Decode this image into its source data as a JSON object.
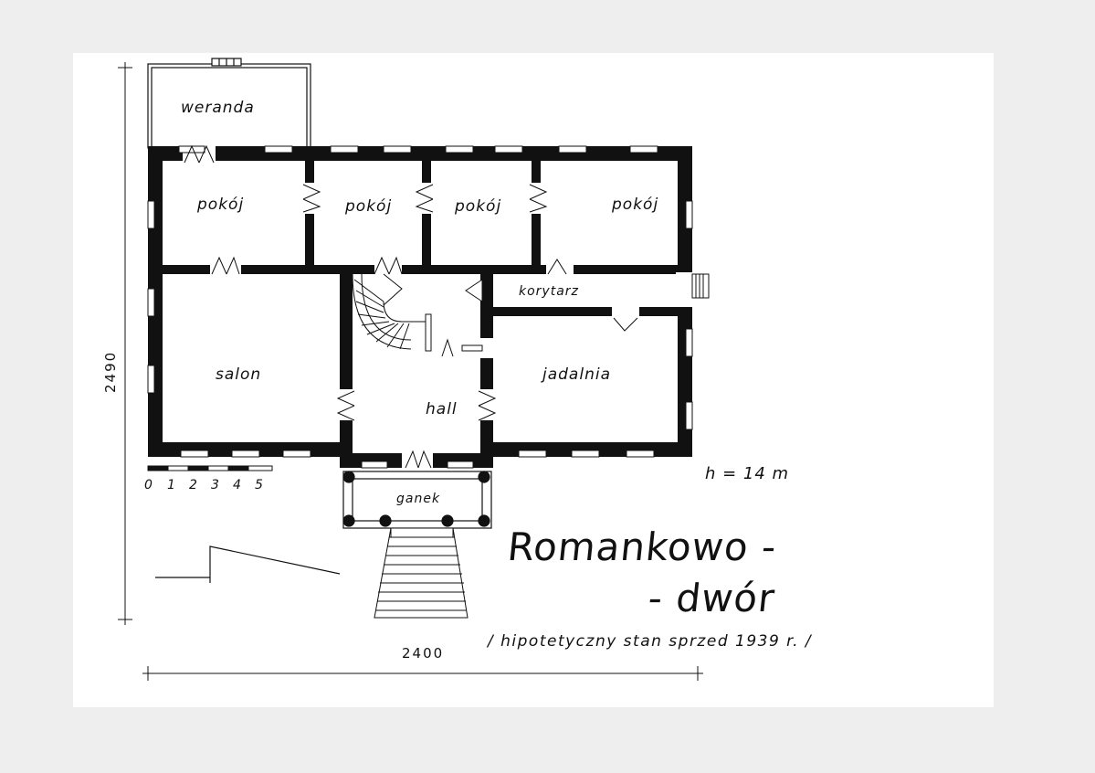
{
  "rooms": {
    "weranda": "weranda",
    "pokoj_1": "pokój",
    "pokoj_2": "pokój",
    "pokoj_3": "pokój",
    "pokoj_4": "pokój",
    "korytarz": "korytarz",
    "salon": "salon",
    "hall": "hall",
    "jadalnia": "jadalnia",
    "ganek": "ganek"
  },
  "dimensions": {
    "width": "2400",
    "depth": "2490",
    "height": "h = 14 m"
  },
  "scale": {
    "ticks": [
      "0",
      "1",
      "2",
      "3",
      "4",
      "5"
    ]
  },
  "title": {
    "line1": "Romankowo -",
    "line2": "- dwór",
    "subtitle": "/ hipotetyczny  stan  sprzed 1939 r. /"
  },
  "colors": {
    "wall": "#111111",
    "paper": "#ffffff",
    "background": "#eeeeee"
  }
}
